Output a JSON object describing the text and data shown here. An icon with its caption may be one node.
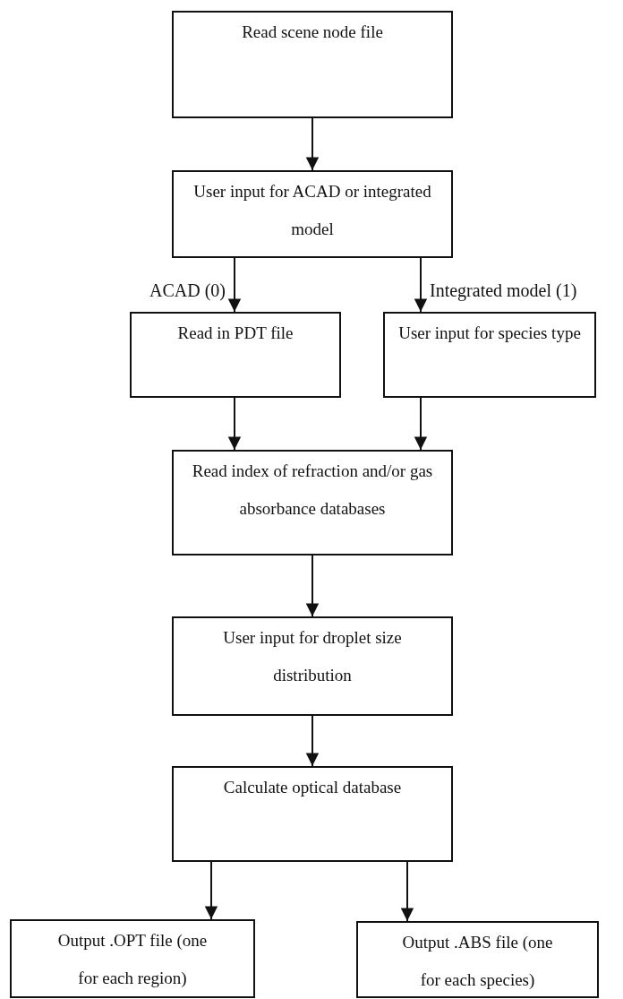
{
  "diagram": {
    "nodes": [
      {
        "text": [
          "Read  scene node file"
        ]
      },
      {
        "text": [
          "User input for ACAD or integrated model"
        ]
      },
      {
        "text": [
          "Read in PDT file"
        ]
      },
      {
        "text": [
          "User input for species type"
        ]
      },
      {
        "text": [
          "Read  index of refraction and/or gas absorbance databases"
        ]
      },
      {
        "text": [
          "User input for droplet size distribution"
        ]
      },
      {
        "text": [
          "Calculate optical database"
        ]
      },
      {
        "text": [
          "Output .OPT file (one for each region)"
        ]
      },
      {
        "text": [
          "Output .ABS file (one for each species)"
        ]
      }
    ],
    "edges": [
      {
        "from": 0,
        "to": 1,
        "arrow": "to"
      },
      {
        "from": 1,
        "to": 2,
        "arrow": "to",
        "label": "ACAD (0)"
      },
      {
        "from": 1,
        "to": 3,
        "arrow": "to",
        "label": "Integrated model (1)"
      },
      {
        "from": 2,
        "to": 4,
        "arrow": "to"
      },
      {
        "from": 3,
        "to": 4,
        "arrow": "to"
      },
      {
        "from": 4,
        "to": 5,
        "arrow": "to"
      },
      {
        "from": 5,
        "to": 6,
        "arrow": "to"
      },
      {
        "from": 6,
        "to": 7,
        "arrow": "to"
      },
      {
        "from": 6,
        "to": 8,
        "arrow": "to"
      }
    ]
  }
}
